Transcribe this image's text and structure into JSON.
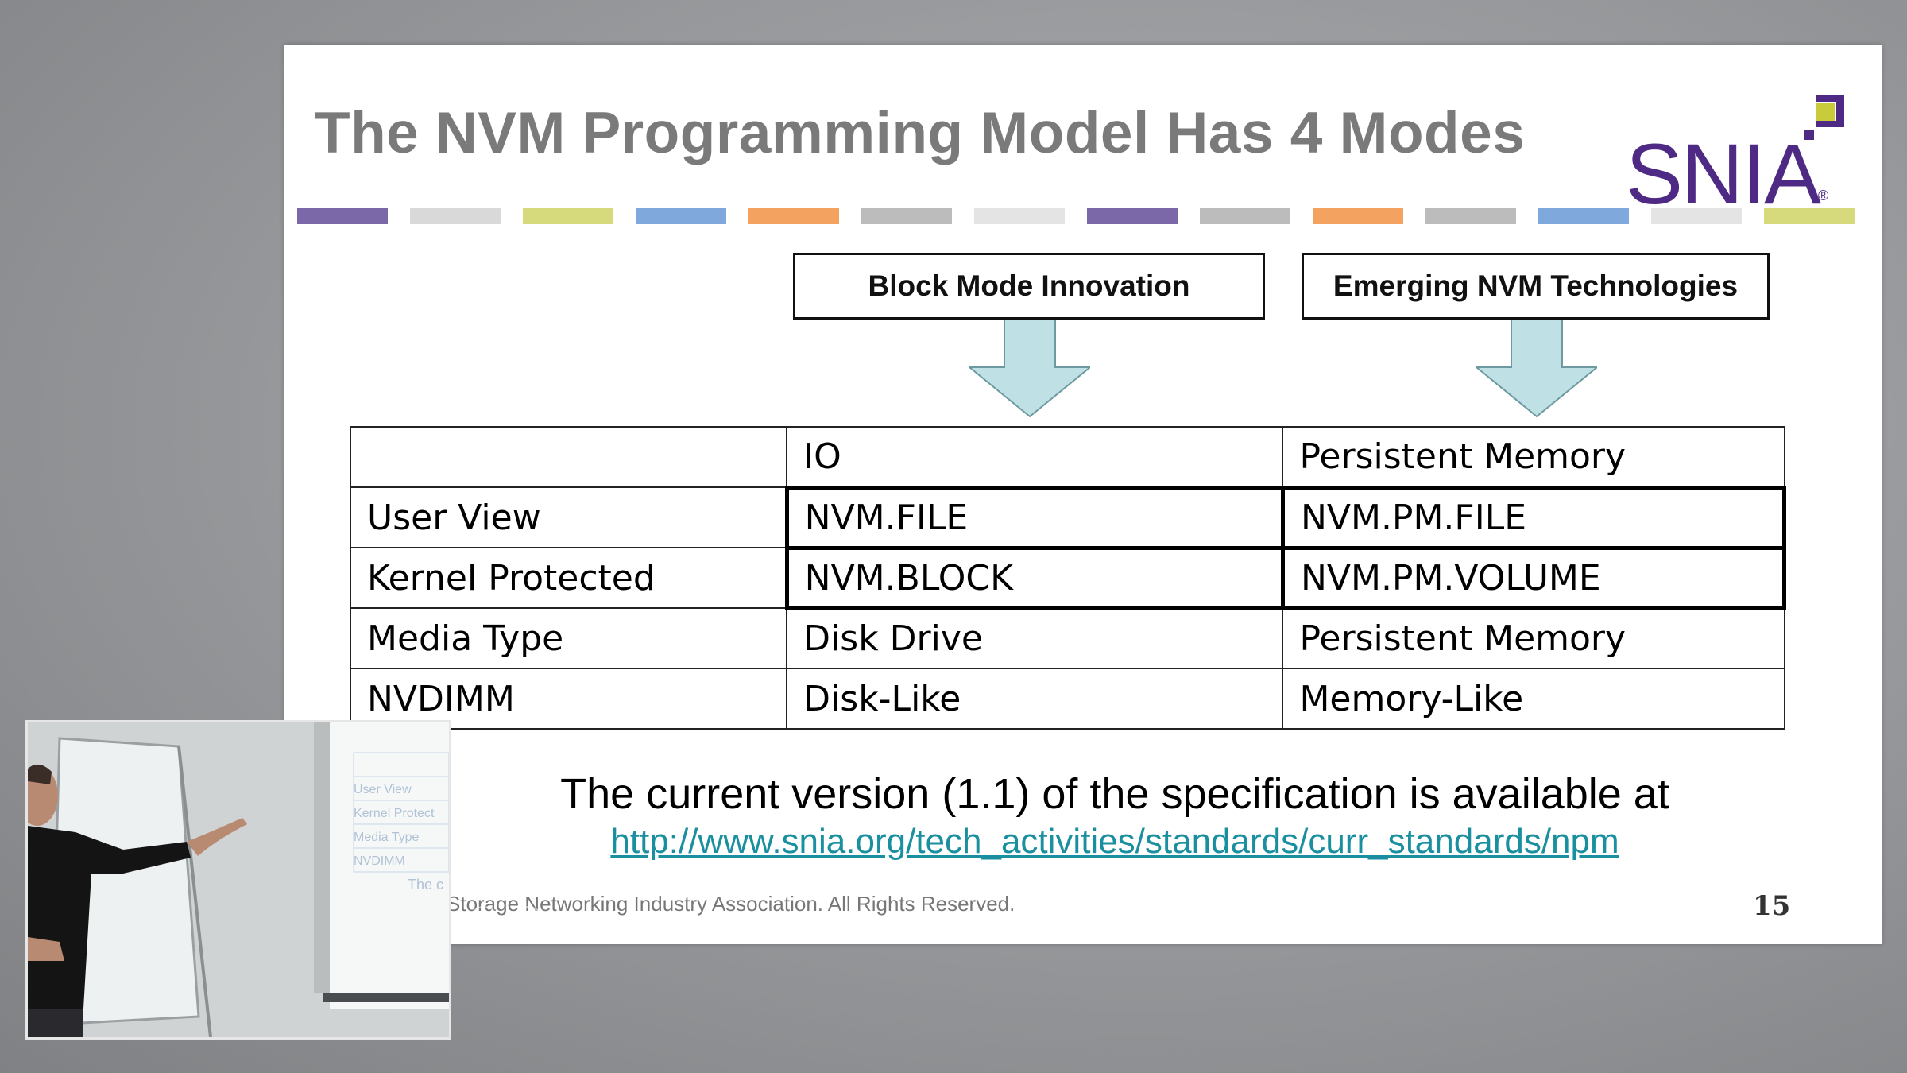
{
  "slide": {
    "title": "The NVM Programming Model Has 4 Modes",
    "logo_text": "SNIA",
    "logo_registered": "®",
    "stripe_colors": [
      "#7b68a8",
      "#d9d9d9",
      "#d6d97c",
      "#7fa9dc",
      "#f3a35f",
      "#bcbcbc",
      "#e4e4e4",
      "#7b68a8",
      "#bcbcbc",
      "#f3a35f",
      "#bcbcbc",
      "#7fa9dc",
      "#e4e4e4",
      "#d6d97c"
    ],
    "boxes": {
      "block_mode": "Block Mode Innovation",
      "emerging": "Emerging NVM Technologies"
    },
    "table": {
      "header": [
        "",
        "IO",
        "Persistent Memory"
      ],
      "rows": [
        [
          "User View",
          "NVM.FILE",
          "NVM.PM.FILE"
        ],
        [
          "Kernel Protected",
          "NVM.BLOCK",
          "NVM.PM.VOLUME"
        ],
        [
          "Media Type",
          "Disk Drive",
          "Persistent Memory"
        ],
        [
          "NVDIMM",
          "Disk-Like",
          "Memory-Like"
        ]
      ]
    },
    "spec_text": "The current version (1.1) of the specification is available at",
    "spec_link": "http://www.snia.org/tech_activities/standards/curr_standards/npm",
    "footer": "Storage Networking Industry Association. All Rights Reserved.",
    "page_number": "15"
  },
  "colors": {
    "snia_purple": "#4e2a84",
    "arrow_fill": "#bfe0e4",
    "link": "#1a8fa0"
  },
  "pip": {
    "screen_labels": [
      "User View",
      "Kernel Protect",
      "Media Type",
      "NVDIMM",
      "The c"
    ]
  }
}
